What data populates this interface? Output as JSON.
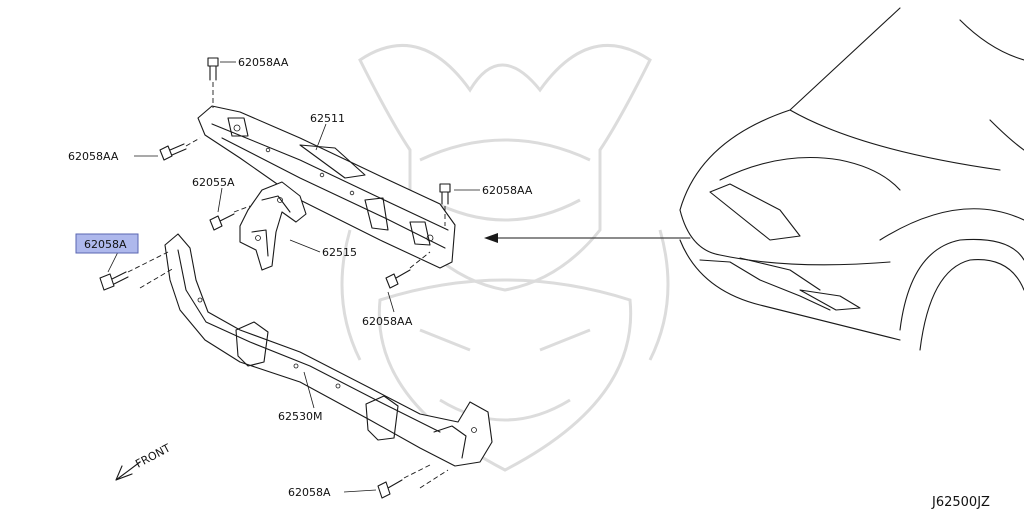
{
  "diagram": {
    "labels": {
      "bolt_top": "62058AA",
      "bolt_left": "62058AA",
      "bolt_right": "62058AA",
      "bolt_mid": "62058AA",
      "bolt_bottom": "62058A",
      "bolt_highlight": "62058A",
      "bolt_small": "62055A",
      "upper_member": "62511",
      "bracket": "62515",
      "lower_member": "62530M"
    },
    "direction_label": "FRONT",
    "diagram_code": "J62500JZ",
    "highlight_color": "#aeb8ec"
  }
}
